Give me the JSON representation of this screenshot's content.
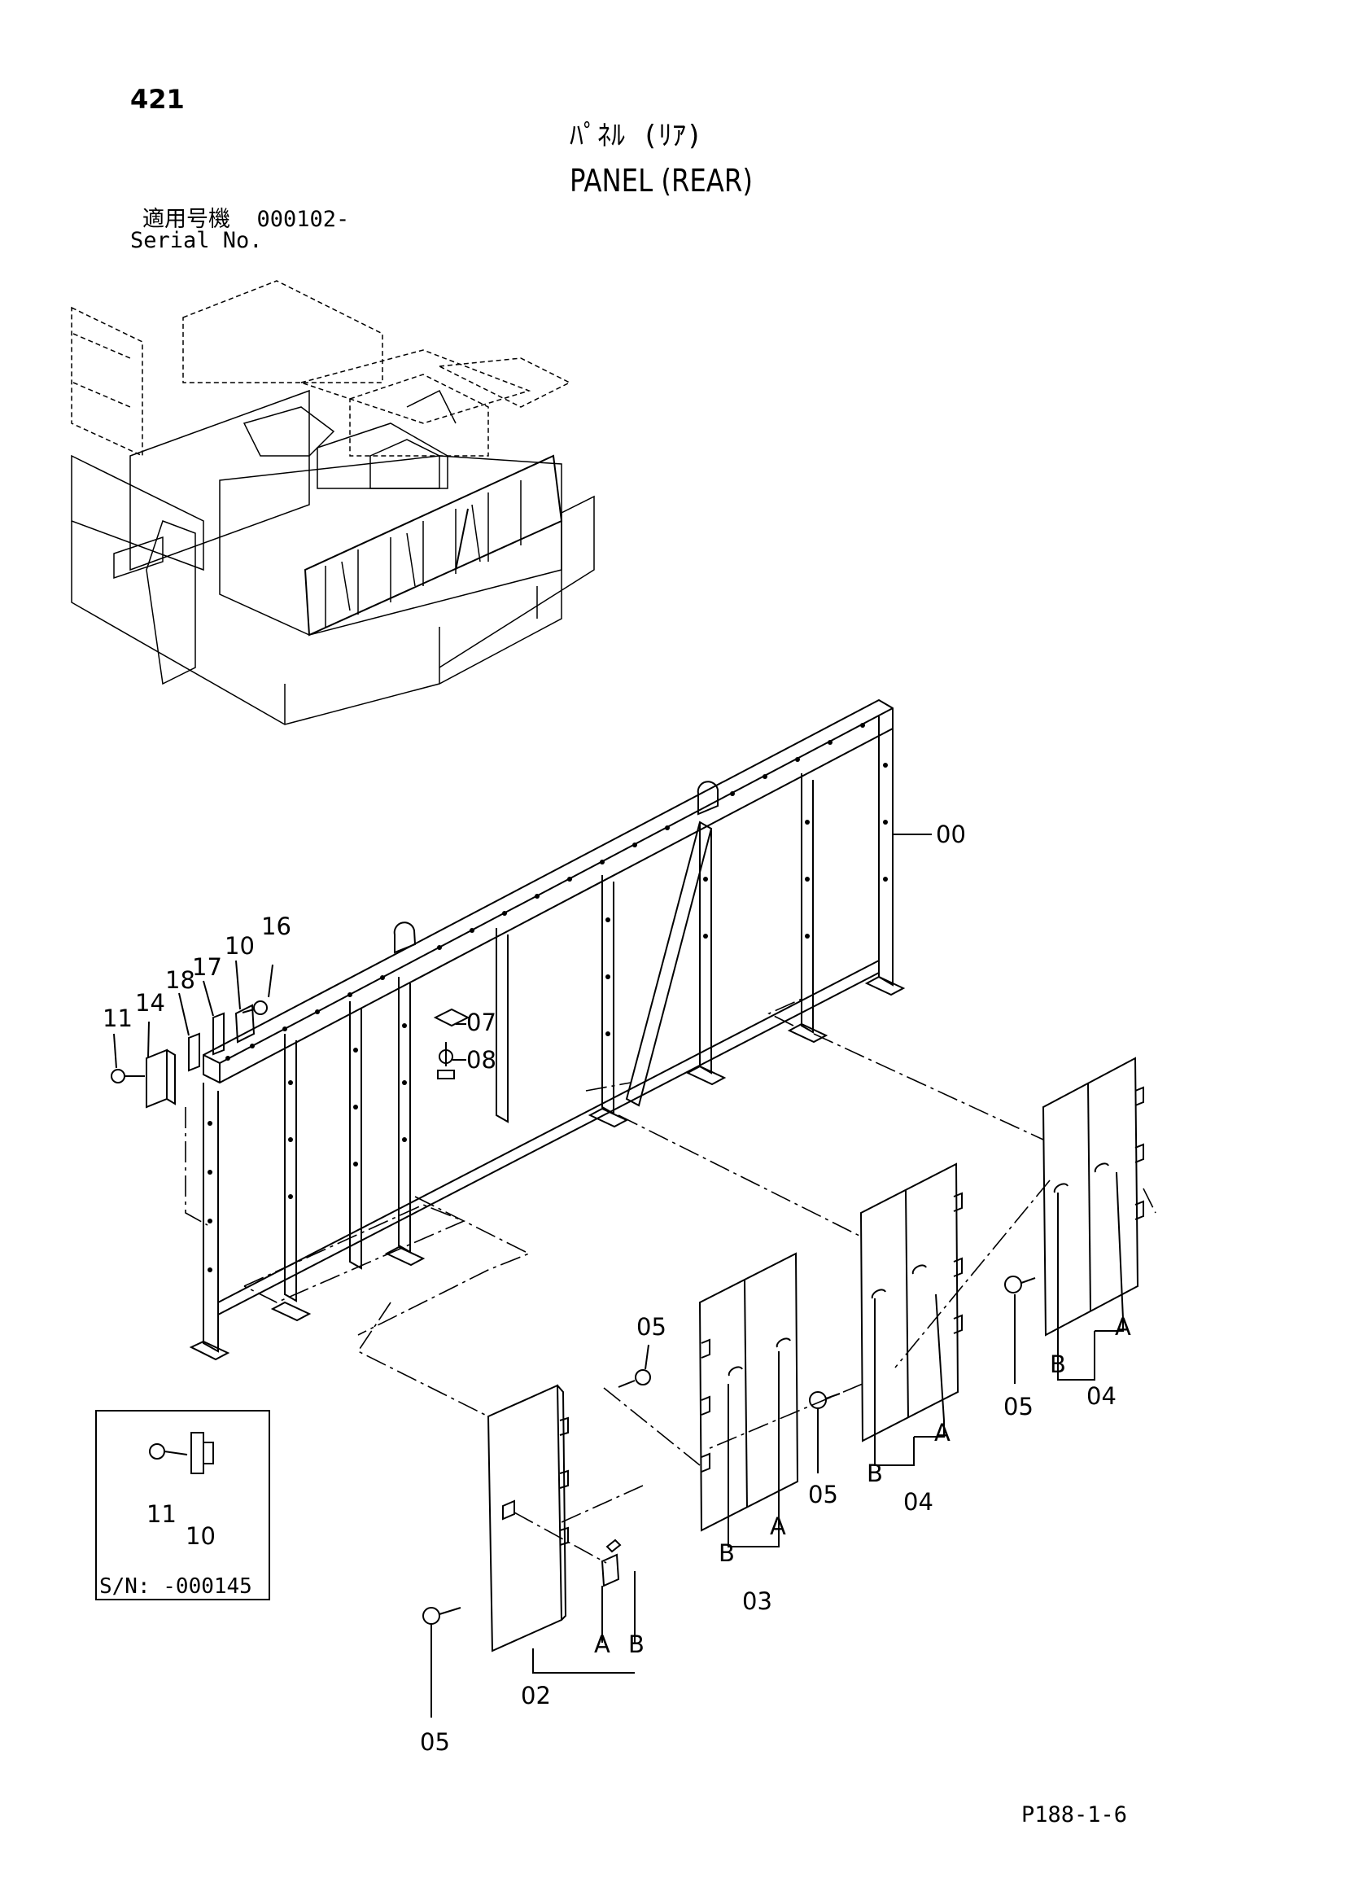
{
  "header": {
    "page_number": "421",
    "title_ja": "ﾊﾟﾈﾙ (ﾘｱ)",
    "title_en": "PANEL (REAR)",
    "serial_ja": "適用号機  000102-",
    "serial_en": "Serial No."
  },
  "inset": {
    "serial_label": "S/N: -000145",
    "labels": [
      "11",
      "10"
    ]
  },
  "callouts": {
    "c00": "00",
    "c07": "07",
    "c08": "08",
    "c16": "16",
    "c10": "10",
    "c17": "17",
    "c18": "18",
    "c14": "14",
    "c11": "11",
    "c05a": "05",
    "c05b": "05",
    "c05c": "05",
    "c05d": "05",
    "c02": "02",
    "c03": "03",
    "c04a": "04",
    "c04b": "04",
    "A1": "A",
    "B1": "B",
    "A2": "A",
    "B2": "B",
    "A3": "A",
    "B3": "B",
    "A4": "A",
    "B4": "B"
  },
  "footer": {
    "page_code": "P188-1-6"
  }
}
